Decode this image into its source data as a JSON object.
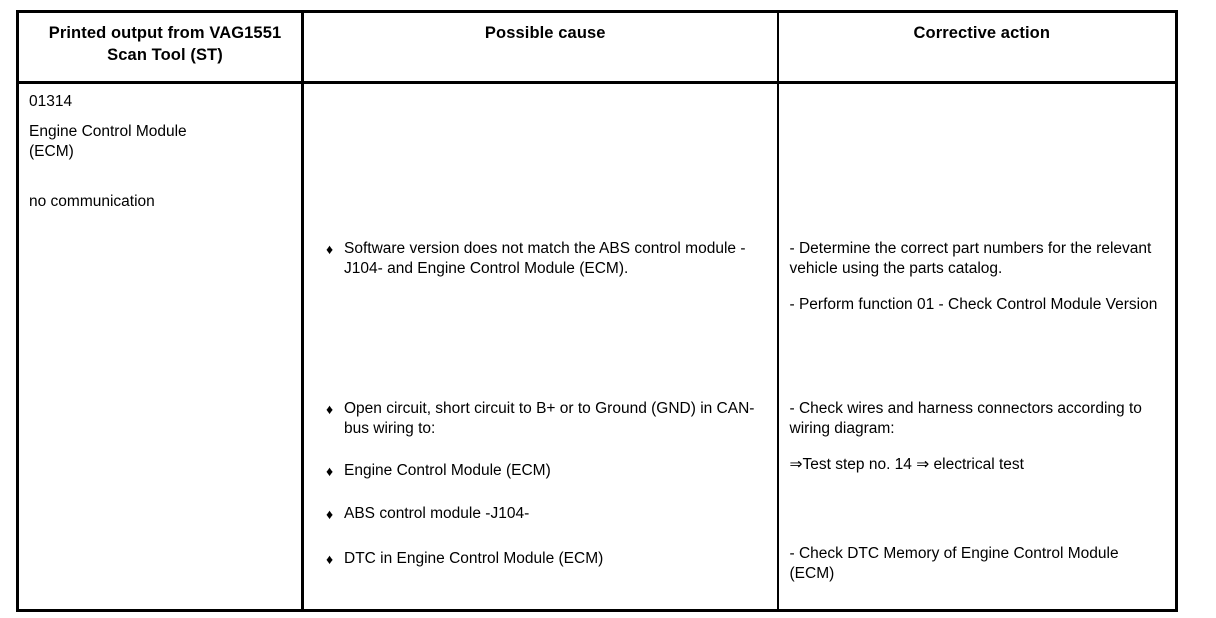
{
  "table": {
    "headers": [
      "Printed output from\nVAG1551 Scan Tool (ST)",
      "Possible cause",
      "Corrective action"
    ],
    "scan_tool": {
      "code": "01314",
      "module": "Engine Control Module\n(ECM)",
      "status": "no communication"
    },
    "bullet_glyph": "♦",
    "possible_cause": {
      "group1": [
        "Software version does not match the ABS control module -J104- and Engine Control Module (ECM)."
      ],
      "group2": [
        "Open circuit, short circuit to B+ or to Ground (GND) in CAN-bus wiring to:",
        "Engine Control Module (ECM)",
        "ABS control module -J104-"
      ],
      "group3": [
        "DTC in Engine Control Module (ECM)"
      ]
    },
    "corrective_action": {
      "group1": [
        "- Determine the correct part numbers for the relevant vehicle using the parts catalog.",
        "- Perform function 01 - Check Control Module Version"
      ],
      "group2": [
        "- Check wires and harness connectors according to wiring diagram:",
        "⇒Test step no. 14 ⇒ electrical test"
      ],
      "group3": [
        "- Check DTC Memory of Engine Control Module (ECM)"
      ]
    }
  },
  "colors": {
    "rule": "#000000",
    "text": "#000000",
    "background": "#ffffff"
  }
}
